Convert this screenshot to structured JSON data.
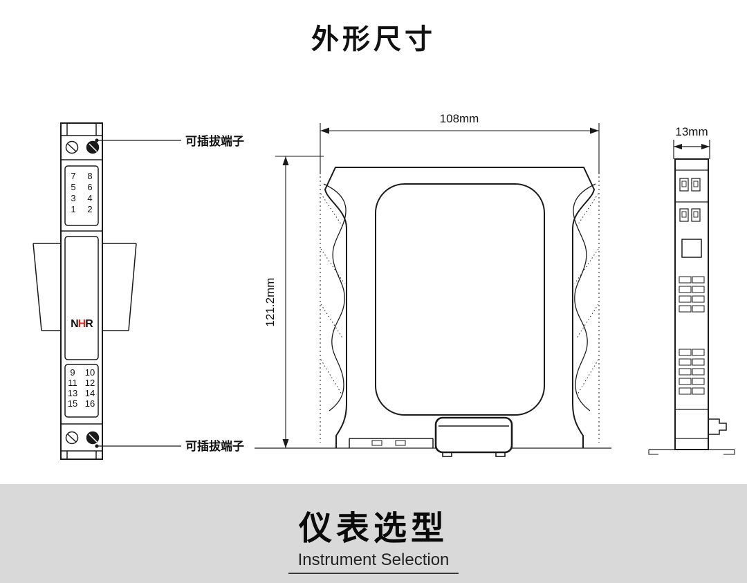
{
  "page": {
    "title": "外形尺寸"
  },
  "dimensions": {
    "width": "108mm",
    "height": "121.2mm",
    "depth": "13mm"
  },
  "front_view": {
    "pluggable_label_top": "可插拔端子",
    "pluggable_label_bottom": "可插拔端子",
    "logo_letters": [
      "N",
      "H",
      "R"
    ],
    "top_terminals": [
      [
        "7",
        "8"
      ],
      [
        "5",
        "6"
      ],
      [
        "3",
        "4"
      ],
      [
        "1",
        "2"
      ]
    ],
    "bottom_terminals": [
      [
        "9",
        "10"
      ],
      [
        "11",
        "12"
      ],
      [
        "13",
        "14"
      ],
      [
        "15",
        "16"
      ]
    ]
  },
  "banner": {
    "title": "仪表选型",
    "subtitle": "Instrument Selection",
    "background": "#d9d9d9"
  },
  "colors": {
    "line": "#1a1a1a",
    "logo_accent": "#d42a1e"
  }
}
